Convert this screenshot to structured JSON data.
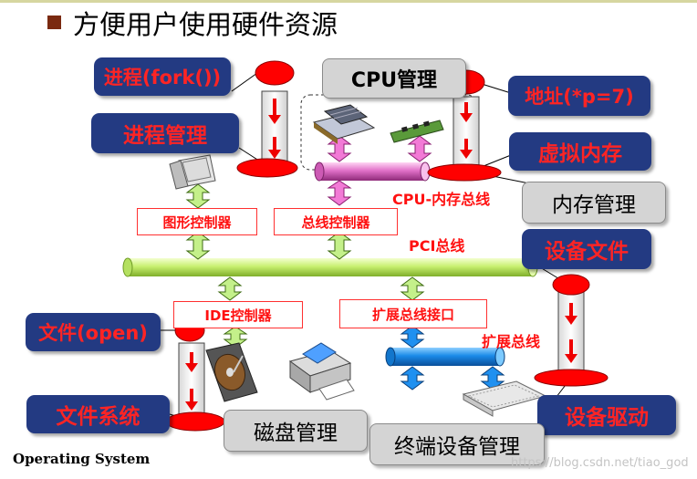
{
  "title": "方便用户使用硬件资源",
  "callouts": {
    "process_fork": "进程(fork())",
    "process_mgmt": "进程管理",
    "address": "地址(*p=7)",
    "virtual_mem": "虚拟内存",
    "device_file": "设备文件",
    "file_open": "文件(open)",
    "file_system": "文件系统",
    "device_driver": "设备驱动"
  },
  "managers": {
    "cpu": "CPU管理",
    "memory": "内存管理",
    "disk": "磁盘管理",
    "terminal": "终端设备管理"
  },
  "controllers": {
    "graphics": "图形控制器",
    "bus": "总线控制器",
    "ide": "IDE控制器",
    "ext_interface": "扩展总线接口"
  },
  "bus_labels": {
    "cpu_mem": "CPU-内存总线",
    "pci": "PCI总线",
    "ext": "扩展总线"
  },
  "footer": "Operating System",
  "watermark": "https://blog.csdn.net/tiao_god",
  "colors": {
    "navy": "#233a82",
    "callout_text": "#ff2424",
    "bus_green": "#c8f070",
    "bus_pink": "#e070c8",
    "bus_blue": "#1a8ae8",
    "arrow_green": "#c4f08a",
    "arrow_pink": "#f27ad6",
    "oval_red": "#ff0000"
  },
  "icons": [
    "monitor-icon",
    "cpu-chip-icon",
    "memory-stick-icon",
    "printer-icon",
    "hard-disk-icon",
    "keyboard-icon"
  ]
}
